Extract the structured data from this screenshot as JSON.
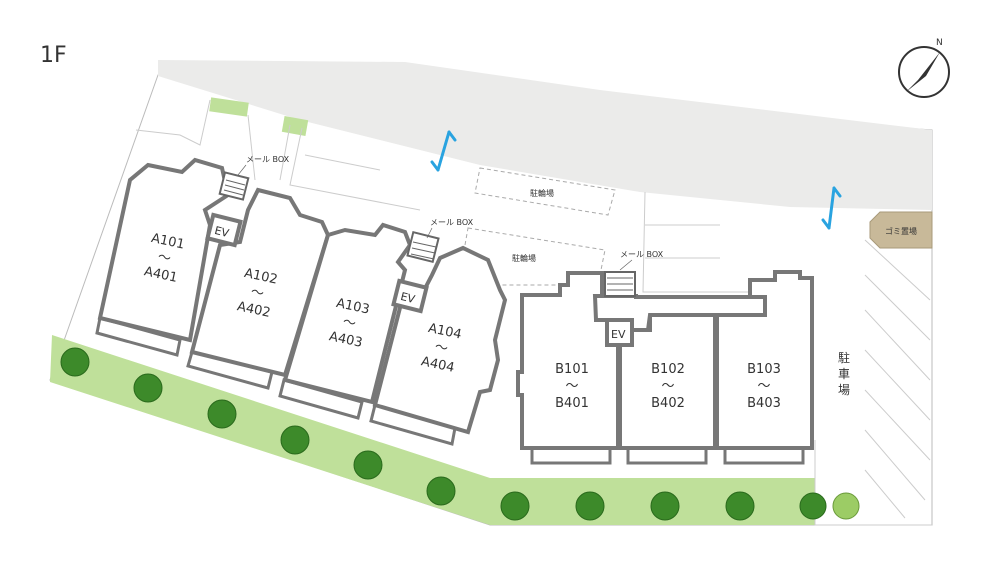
{
  "floor_label": "1F",
  "compass": {
    "north_label": "N"
  },
  "mail_box_label": "メール BOX",
  "ev_label": "EV",
  "bicycle_parking_label": "駐輪場",
  "garbage_label": "ゴミ置場",
  "parking_label": [
    "駐",
    "車",
    "場"
  ],
  "units": {
    "A1": {
      "top": "A101",
      "tilde": "〜",
      "bottom": "A401"
    },
    "A2": {
      "top": "A102",
      "tilde": "〜",
      "bottom": "A402"
    },
    "A3": {
      "top": "A103",
      "tilde": "〜",
      "bottom": "A403"
    },
    "A4": {
      "top": "A104",
      "tilde": "〜",
      "bottom": "A404"
    },
    "B1": {
      "top": "B101",
      "tilde": "〜",
      "bottom": "B401"
    },
    "B2": {
      "top": "B102",
      "tilde": "〜",
      "bottom": "B402"
    },
    "B3": {
      "top": "B103",
      "tilde": "〜",
      "bottom": "B403"
    }
  },
  "colors": {
    "road": "#ebebea",
    "green": "#bfe09a",
    "garbage": "#c8b999",
    "arrow": "#29a3e0",
    "wall": "#777777"
  }
}
